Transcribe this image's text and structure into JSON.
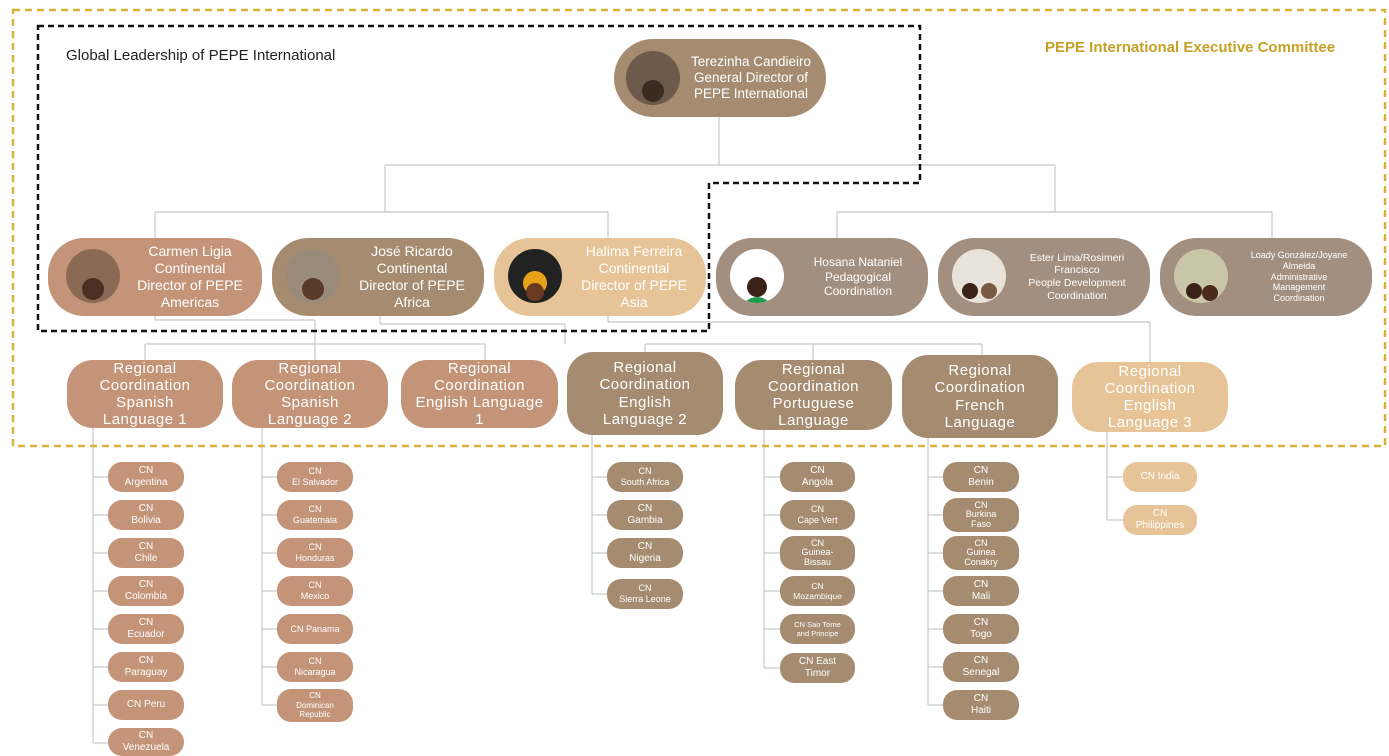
{
  "labels": {
    "global_leadership": "Global Leadership of PEPE International",
    "committee": "PEPE International Executive Committee"
  },
  "colors": {
    "rose": "#c49478",
    "mocha": "#a58c70",
    "sand": "#e6c497",
    "committee_border": "#d8b23a",
    "leadership_border": "#111111"
  },
  "general_director": {
    "text": "Terezinha Candieiro\nGeneral Director of\nPEPE International"
  },
  "continental": [
    {
      "text": "Carmen Ligia\nContinental\nDirector of PEPE\nAmericas"
    },
    {
      "text": "José Ricardo\nContinental\nDirector of PEPE\nAfrica"
    },
    {
      "text": "Halima Ferreira\nContinental\nDirector of PEPE\nAsia"
    }
  ],
  "coordination": [
    {
      "text": "Hosana Nataniel\nPedagogical\nCoordination"
    },
    {
      "text": "Ester Lima/Rosimeri\nFrancisco\nPeople Development\nCoordination"
    },
    {
      "text": "Loady González/Joyane\nAlmeida\nAdministrative\nManagement\nCoordination"
    }
  ],
  "regional": [
    {
      "text": "Regional\nCoordination\nSpanish\nLanguage 1"
    },
    {
      "text": "Regional\nCoordination\nSpanish\nLanguage 2"
    },
    {
      "text": "Regional\nCoordination\nEnglish Language\n1"
    },
    {
      "text": "Regional\nCoordination\nEnglish\nLanguage 2"
    },
    {
      "text": "Regional\nCoordination\nPortuguese\nLanguage"
    },
    {
      "text": "Regional\nCoordination\nFrench\nLanguage"
    },
    {
      "text": "Regional\nCoordination\nEnglish\nLanguage 3"
    }
  ],
  "cn_groups": [
    [
      "CN\nArgentina",
      "CN\nBolivia",
      "CN\nChile",
      "CN\nColombia",
      "CN\nEcuador",
      "CN\nParaguay",
      "CN Peru",
      "CN\nVenezuela"
    ],
    [
      "CN\nEl Salvador",
      "CN\nGuatemala",
      "CN\nHonduras",
      "CN\nMexico",
      "CN Panama",
      "CN\nNicaragua",
      "CN\nDominican\nRepublic"
    ],
    [
      "CN\nSouth Africa",
      "CN\nGambia",
      "CN\nNigeria",
      "CN\nSierra Leone"
    ],
    [
      "CN\nAngola",
      "CN\nCape Vert",
      "CN\nGuinea-\nBissau",
      "CN\nMozambique",
      "CN Sao Tome\nand Principe",
      "CN East\nTimor"
    ],
    [
      "CN\nBenin",
      "CN\nBurkina\nFaso",
      "CN\nGuinea\nConakry",
      "CN\nMali",
      "CN\nTogo",
      "CN\nSenegal",
      "CN\nHaiti"
    ],
    [
      "CN India",
      "CN\nPhilippines"
    ]
  ]
}
